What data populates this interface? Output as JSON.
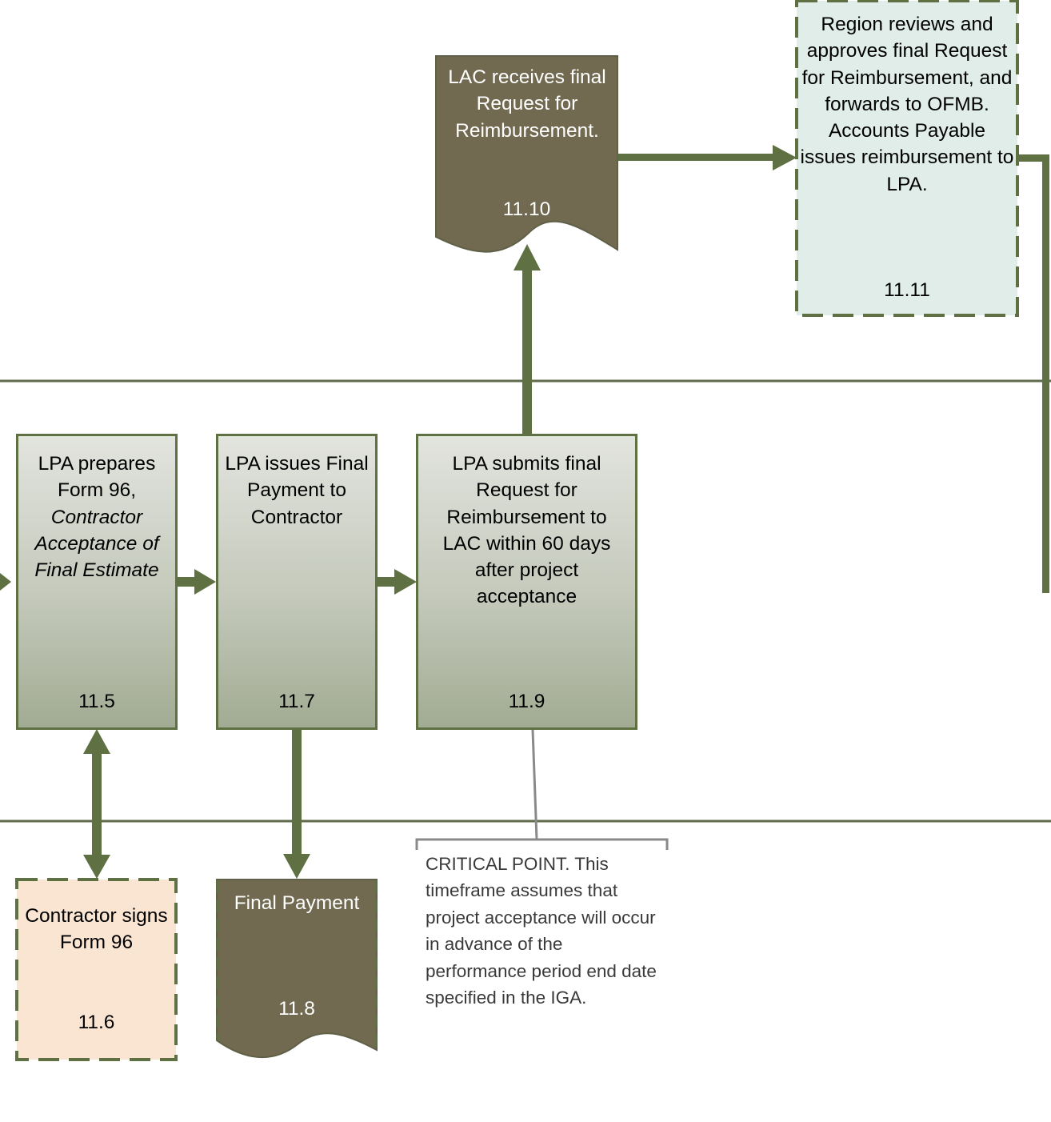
{
  "steps": {
    "s11_5": {
      "line1": "LPA prepares",
      "line2": "Form 96,",
      "italic": "Contractor Acceptance of Final Estimate",
      "number": "11.5"
    },
    "s11_6": {
      "text": "Contractor signs Form 96",
      "number": "11.6"
    },
    "s11_7": {
      "text": "LPA issues Final Payment to Contractor",
      "number": "11.7"
    },
    "s11_8": {
      "text": "Final Payment",
      "number": "11.8"
    },
    "s11_9": {
      "text": "LPA submits final Request for Reimbursement to LAC within 60 days after project acceptance",
      "number": "11.9"
    },
    "s11_10": {
      "text": "LAC receives final Request for Reimbursement.",
      "number": "11.10"
    },
    "s11_11": {
      "text": "Region reviews and approves final Request for Reimbursement, and forwards to OFMB. Accounts Payable issues reimbursement to LPA.",
      "number": "11.11"
    }
  },
  "note": {
    "text": "CRITICAL POINT.  This timeframe assumes that project acceptance will occur in advance of the performance period end date specified in the IGA."
  },
  "colors": {
    "connector": "#5f7043",
    "swimlane_line": "#5f6b4a",
    "document_fill": "#726a50",
    "callout_line": "#8a8a8a"
  }
}
